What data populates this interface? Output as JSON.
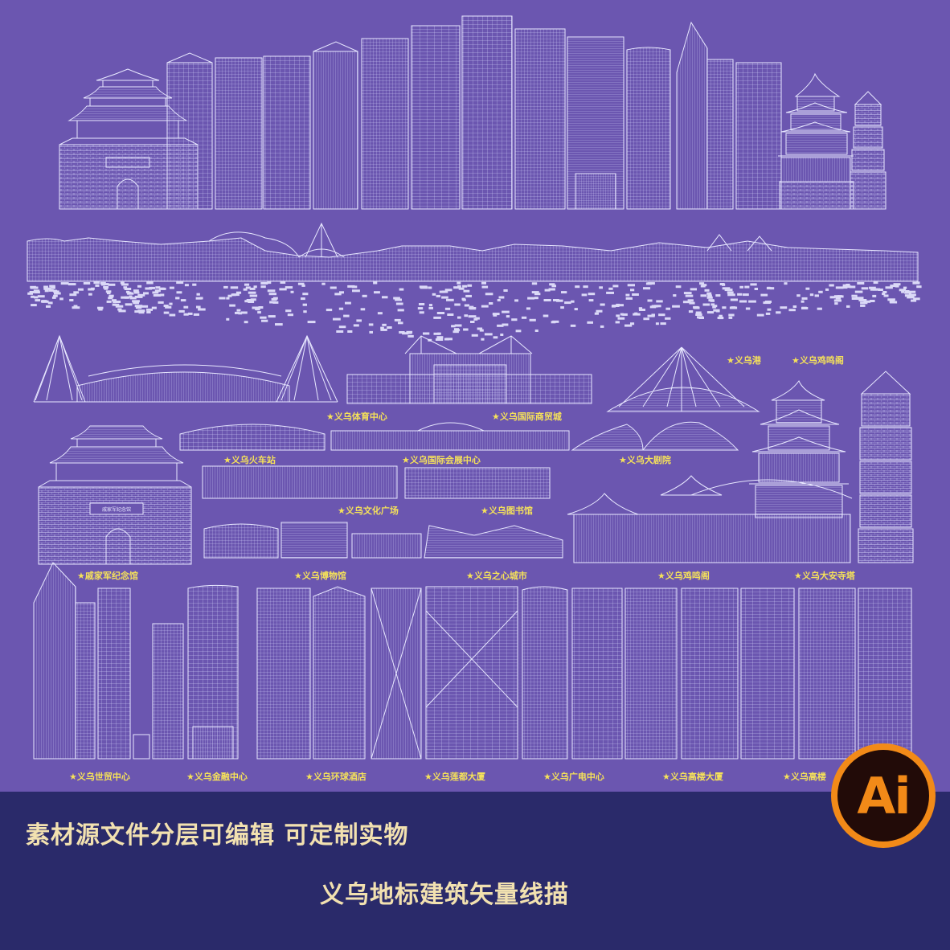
{
  "colors": {
    "background": "#6b56b0",
    "line": "#e8e8ff",
    "label": "#f5e15a",
    "footer_bg": "#2a2a6a",
    "footer_text": "#f2e1b0",
    "ai_orange": "#f28a18",
    "ai_dark": "#220b08"
  },
  "labels": {
    "star": "★",
    "yiwu_port": "义乌港",
    "jiming_tower_top": "义乌鸡鸣阁",
    "sports_center": "义乌体育中心",
    "trade_city": "义乌国际商贸城",
    "railway_station": "义乌火车站",
    "expo_center": "义乌国际会展中心",
    "grand_theater": "义乌大剧院",
    "culture_square": "义乌文化广场",
    "library": "义乌图书馆",
    "qijiguang_memorial": "戚家军纪念馆",
    "museum": "义乌博物馆",
    "heart_city": "义乌之心城市",
    "jiming_tower": "义乌鸡鸣阁",
    "daan_temple_pagoda": "义乌大安寺塔",
    "world_trade_center": "义乌世贸中心",
    "finance_center": "义乌金融中心",
    "global_hotel": "义乌环球酒店",
    "liandu_building": "义乌莲都大厦",
    "broadcast_center": "义乌广电中心",
    "gaolou_building": "义乌高楼大厦",
    "gaolou_cut": "义乌高楼"
  },
  "gate_plaque": "戚家军纪念馆",
  "footer": {
    "line1": "素材源文件分层可编辑  可定制实物",
    "line2": "义乌地标建筑矢量线描"
  },
  "badge": {
    "text": "Ai"
  }
}
